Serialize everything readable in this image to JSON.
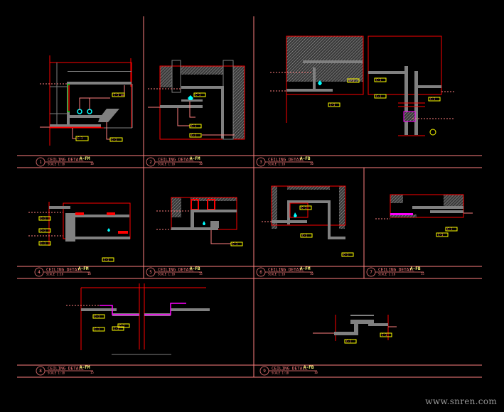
{
  "drawing": {
    "title": "Ceiling detail sheet",
    "colors": {
      "background": "#000000",
      "frame": "#ff8080",
      "wall": "#ff0000",
      "slab": "#808080",
      "hatch": "#909090",
      "finish": "#ff00ff",
      "fixture": "#00ffff",
      "tag_box": "#ffff00",
      "leader": "#ff8080"
    },
    "details": [
      {
        "number": "1",
        "title": "CEILING DETAIL",
        "subtitle": "SCALE 1:10",
        "scale_tag": "A-FM",
        "ratio": "10"
      },
      {
        "number": "2",
        "title": "CEILING DETAIL",
        "subtitle": "SCALE 1:10",
        "scale_tag": "A-FM",
        "ratio": "10"
      },
      {
        "number": "3",
        "title": "CEILING DETAIL",
        "subtitle": "SCALE 1:10",
        "scale_tag": "A-FB",
        "ratio": "10"
      },
      {
        "number": "4",
        "title": "CEILING DETAIL",
        "subtitle": "SCALE 1:10",
        "scale_tag": "A-FM",
        "ratio": "10"
      },
      {
        "number": "5",
        "title": "CEILING DETAIL",
        "subtitle": "SCALE 1:10",
        "scale_tag": "A-FB",
        "ratio": "15"
      },
      {
        "number": "6",
        "title": "CEILING DETAIL",
        "subtitle": "SCALE 1:10",
        "scale_tag": "A-FM",
        "ratio": "10"
      },
      {
        "number": "7",
        "title": "CEILING DETAIL",
        "subtitle": "SCALE 1:10",
        "scale_tag": "A-FB",
        "ratio": "15"
      },
      {
        "number": "8",
        "title": "CEILING DETAIL",
        "subtitle": "SCALE 1:10",
        "scale_tag": "A-FM",
        "ratio": "15"
      },
      {
        "number": "9",
        "title": "CEILING DETAIL",
        "subtitle": "SCALE 1:10",
        "scale_tag": "A-FB",
        "ratio": "10"
      }
    ],
    "annotation_tag": "C-1"
  },
  "watermark": "www.snren.com"
}
